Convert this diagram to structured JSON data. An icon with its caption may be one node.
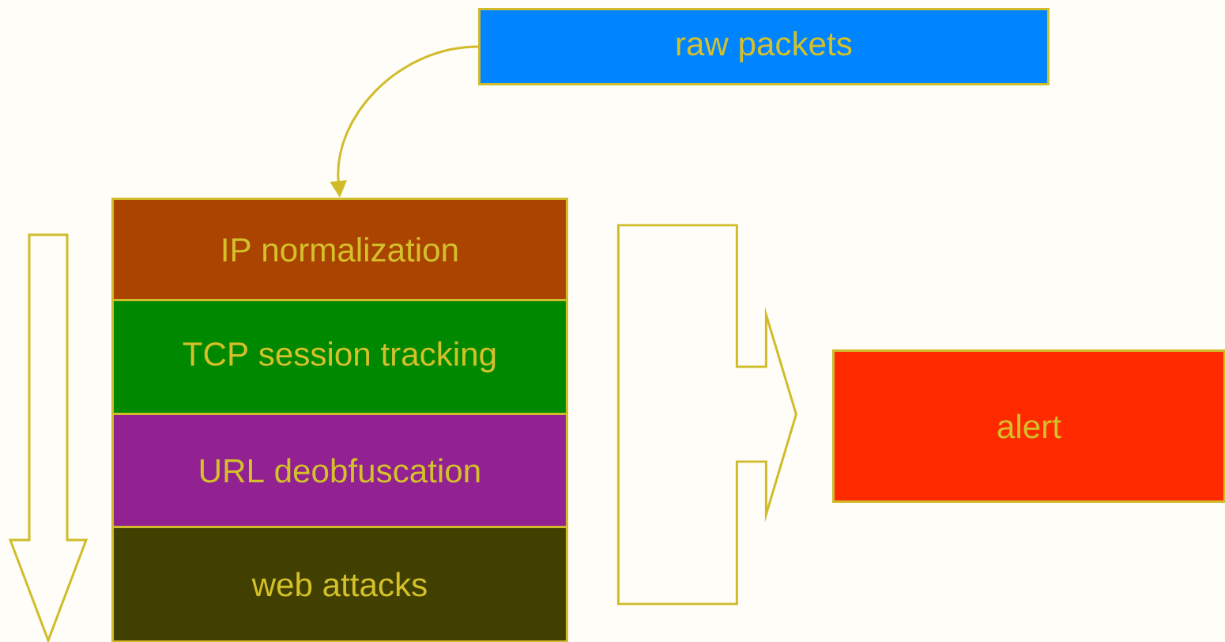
{
  "diagram": {
    "nodes": [
      {
        "text": [
          "raw packets"
        ]
      },
      {
        "text": [],
        "shape": "box"
      },
      {
        "text": [
          "IP normalization"
        ],
        "in": 1
      },
      {
        "text": [
          "TCP session tracking"
        ],
        "in": 1
      },
      {
        "text": [
          "URL deobfuscation"
        ],
        "in": 1
      },
      {
        "text": [
          "web attacks"
        ],
        "in": 1
      },
      {
        "text": [
          "alert"
        ]
      }
    ],
    "edges": [
      {
        "from": 0,
        "to": 1,
        "arrow": "to"
      },
      {
        "from": 1,
        "to": 6,
        "arrow": "to"
      }
    ]
  }
}
